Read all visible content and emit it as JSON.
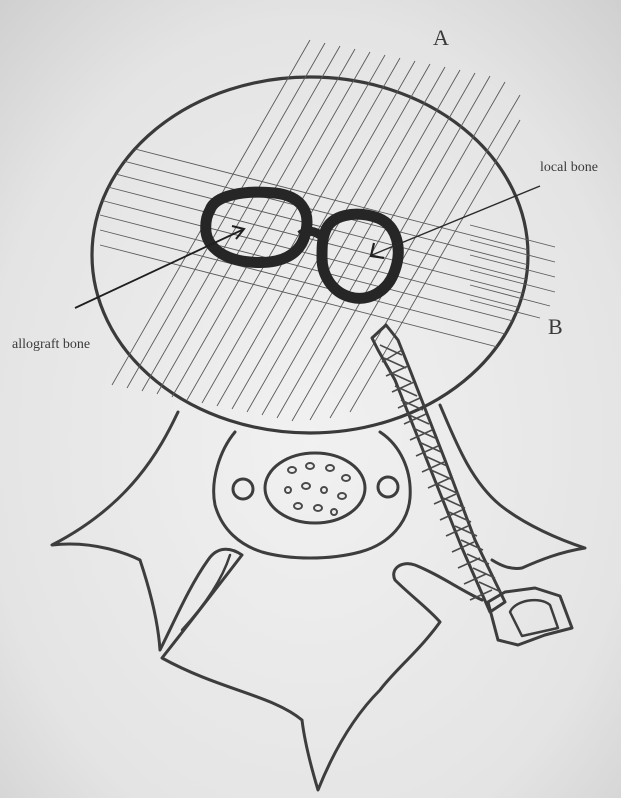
{
  "labels": {
    "region_a": "A",
    "region_b": "B",
    "local_bone": "local bone",
    "allograft_bone": "allograft bone"
  },
  "colors": {
    "paper": "#e8e8e8",
    "pencil": "#3d3d3d"
  }
}
